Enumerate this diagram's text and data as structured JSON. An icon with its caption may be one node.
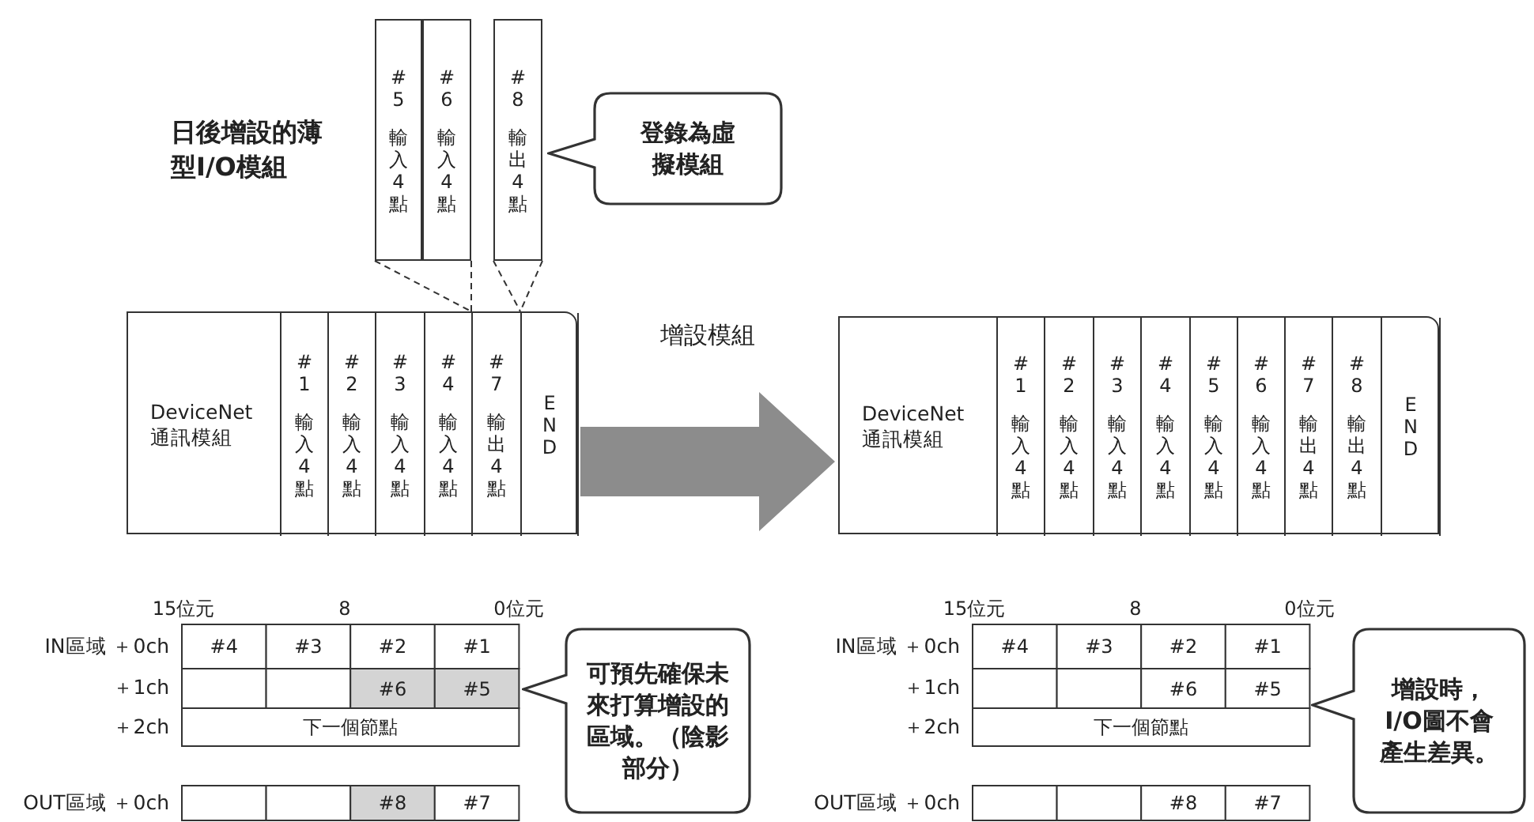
{
  "diagram": {
    "nodes": [
      {
        "text": [
          "#5",
          "輸入4點"
        ]
      },
      {
        "text": [
          "#6",
          "輸入4點"
        ]
      },
      {
        "text": [
          "#8",
          "輸出4點"
        ]
      },
      {
        "text": [
          "登錄為虛擬模組"
        ]
      },
      {
        "text": [],
        "shape": "box"
      },
      {
        "text": [
          "DeviceNet 通訊模組"
        ],
        "in": 4
      },
      {
        "text": [
          "#1",
          "輸入4點"
        ],
        "in": 4
      },
      {
        "text": [
          "#2",
          "輸入4點"
        ],
        "in": 4
      },
      {
        "text": [
          "#3",
          "輸入4點"
        ],
        "in": 4
      },
      {
        "text": [
          "#4",
          "輸入4點"
        ],
        "in": 4
      },
      {
        "text": [
          "#7",
          "輸出4點"
        ],
        "in": 4
      },
      {
        "text": [
          "END"
        ],
        "in": 4
      },
      {
        "text": [],
        "shape": "box"
      },
      {
        "text": [
          "DeviceNet 通訊模組"
        ],
        "in": 12
      },
      {
        "text": [
          "#1",
          "輸入4點"
        ],
        "in": 12
      },
      {
        "text": [
          "#2",
          "輸入4點"
        ],
        "in": 12
      },
      {
        "text": [
          "#3",
          "輸入4點"
        ],
        "in": 12
      },
      {
        "text": [
          "#4",
          "輸入4點"
        ],
        "in": 12
      },
      {
        "text": [
          "#5",
          "輸入4點"
        ],
        "in": 12
      },
      {
        "text": [
          "#6",
          "輸入4點"
        ],
        "in": 12
      },
      {
        "text": [
          "#7",
          "輸出4點"
        ],
        "in": 12
      },
      {
        "text": [
          "#8",
          "輸出4點"
        ],
        "in": 12
      },
      {
        "text": [
          "END"
        ],
        "in": 12
      },
      {
        "text": [
          "可預先確保未來打算增設的區域。（陰影部分）"
        ]
      },
      {
        "text": [
          "增設時，I/O圖不會產生差異。"
        ]
      }
    ],
    "edges": [
      {
        "from": 0,
        "to": 10,
        "arrow": "none",
        "style": "dashed"
      },
      {
        "from": 1,
        "to": 10,
        "arrow": "none",
        "style": "dashed"
      },
      {
        "from": 2,
        "to": 11,
        "arrow": "none",
        "style": "dashed"
      },
      {
        "from": 4,
        "to": 12,
        "arrow": "to",
        "label": "增設模組",
        "style": "thick",
        "color": "#8c8c8c"
      }
    ],
    "labels": [
      "日後增設的薄型I/O模組",
      "15位元",
      "8",
      "0位元",
      "IN區域 ＋0ch",
      "#4",
      "#3",
      "#2",
      "#1",
      "＋1ch",
      "#6",
      "#5",
      "＋2ch",
      "下一個節點",
      "OUT區域 ＋0ch",
      "#8",
      "#7",
      "15位元",
      "8",
      "0位元",
      "IN區域 ＋0ch",
      "#4",
      "#3",
      "#2",
      "#1",
      "＋1ch",
      "#6",
      "#5",
      "＋2ch",
      "下一個節點",
      "OUT區域 ＋0ch",
      "#8",
      "#7"
    ]
  }
}
